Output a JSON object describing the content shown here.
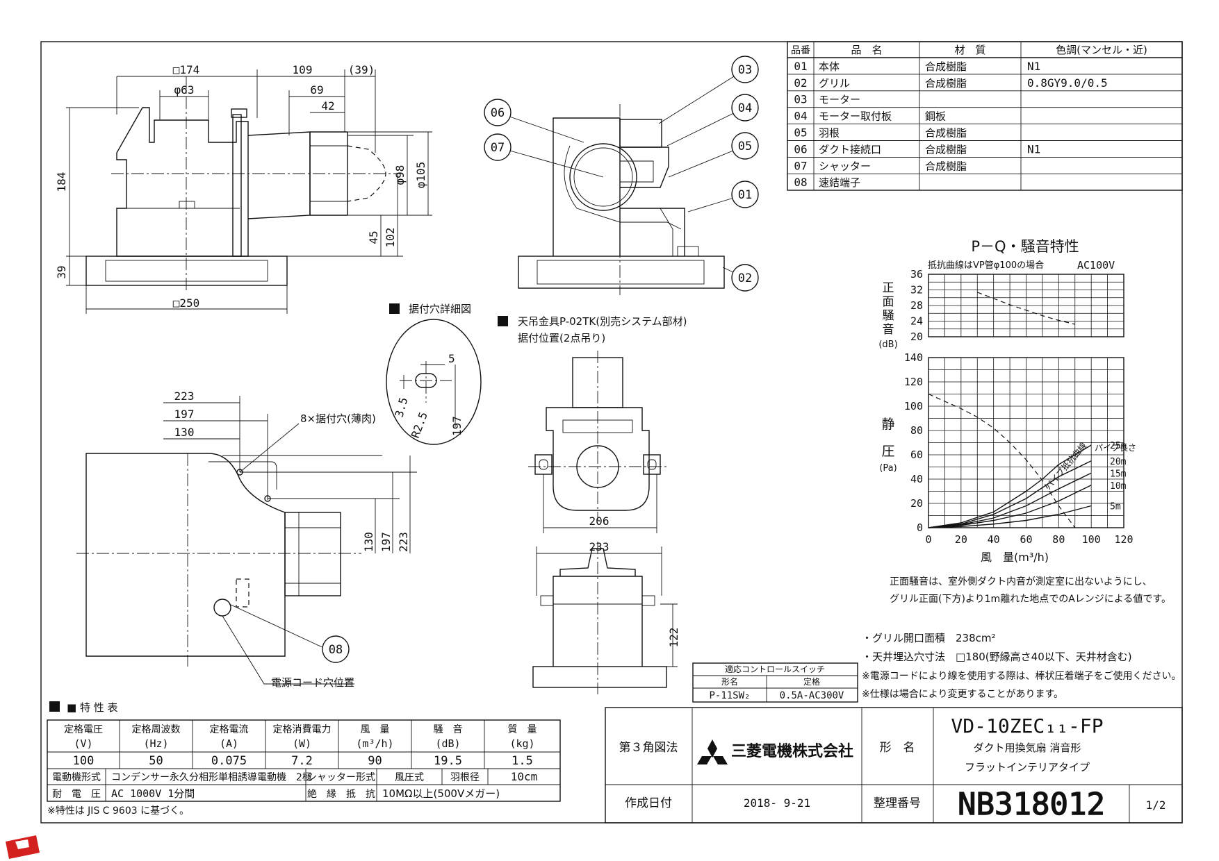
{
  "parts_table": {
    "headers": [
      "品番",
      "品　名",
      "材　質",
      "色調(マンセル・近)"
    ],
    "rows": [
      [
        "01",
        "本体",
        "合成樹脂",
        "N1"
      ],
      [
        "02",
        "グリル",
        "合成樹脂",
        "0.8GY9.0/0.5"
      ],
      [
        "03",
        "モーター",
        "",
        ""
      ],
      [
        "04",
        "モーター取付板",
        "鋼板",
        ""
      ],
      [
        "05",
        "羽根",
        "合成樹脂",
        ""
      ],
      [
        "06",
        "ダクト接続口",
        "合成樹脂",
        "N1"
      ],
      [
        "07",
        "シャッター",
        "合成樹脂",
        ""
      ],
      [
        "08",
        "速結端子",
        "",
        ""
      ]
    ]
  },
  "front_view": {
    "dims": {
      "sq174": "□174",
      "d63": "φ63",
      "w109": "109",
      "w39": "(39)",
      "w69": "69",
      "w42": "42",
      "h184": "184",
      "d98": "φ98",
      "d105": "φ105",
      "h45": "45",
      "h102": "102",
      "h39": "39",
      "sq250": "□250"
    }
  },
  "section_view": {
    "callouts": [
      "03",
      "04",
      "05",
      "01",
      "02",
      "06",
      "07"
    ]
  },
  "mount_hole_detail": {
    "title": "据付穴詳細図",
    "dims": {
      "w5": "5",
      "h35": "3.5",
      "r25": "R2.5",
      "h197": "197"
    }
  },
  "bottom_view": {
    "dims": {
      "w223": "223",
      "w197": "197",
      "w130": "130",
      "h130": "130",
      "h197": "197",
      "h223": "223"
    },
    "holes_label": "8×据付穴(薄肉)",
    "cord_label": "電源コード穴位置",
    "callout": "08"
  },
  "hanger": {
    "title": "天吊金具P-02TK(別売システム部材)",
    "subtitle": "据付位置(2点吊り)",
    "dims": {
      "w206": "206",
      "w233": "233",
      "h122": "122"
    }
  },
  "chart_data": [
    {
      "type": "line",
      "title": "P－Q・騒音特性",
      "subtitle": "抵抗曲線はVP管φ100の場合",
      "note": "AC100V",
      "ylabel": "正面騒音(dB)",
      "yticks": [
        36,
        32,
        28,
        24,
        20
      ],
      "ylim": [
        20,
        36
      ],
      "xlim": [
        0,
        120
      ],
      "series": [
        {
          "x": [
            30,
            40,
            50,
            60,
            70,
            80,
            90
          ],
          "y": [
            31.4,
            29.8,
            28.2,
            26.8,
            25.4,
            24.2,
            23.2
          ]
        }
      ]
    },
    {
      "type": "line",
      "xlabel": "風　量(m³/h)",
      "ylabel": "静圧(Pa)",
      "xticks": [
        0,
        20,
        40,
        60,
        80,
        100,
        120
      ],
      "yticks": [
        0,
        20,
        40,
        60,
        80,
        100,
        120,
        140
      ],
      "xlim": [
        0,
        120
      ],
      "ylim": [
        0,
        140
      ],
      "pipe_length_label": "パイプ長さ",
      "resistance_label": "パイプ抵抗曲線",
      "series": [
        {
          "x": [
            0,
            10,
            20,
            30,
            40,
            50,
            60,
            70,
            80,
            90
          ],
          "y": [
            110,
            104,
            98,
            91,
            82,
            70,
            56,
            39,
            18,
            0
          ]
        },
        {
          "name": "25m",
          "x": [
            0,
            20,
            40,
            60,
            70,
            80,
            100
          ],
          "y": [
            0,
            4,
            13,
            30,
            40,
            52,
            68
          ]
        },
        {
          "name": "20m",
          "x": [
            0,
            20,
            40,
            60,
            80,
            100
          ],
          "y": [
            0,
            3,
            11,
            24,
            42,
            55
          ]
        },
        {
          "name": "15m",
          "x": [
            0,
            20,
            40,
            60,
            80,
            100
          ],
          "y": [
            0,
            2.5,
            8,
            18,
            32,
            45
          ]
        },
        {
          "name": "10m",
          "x": [
            0,
            20,
            40,
            60,
            80,
            100
          ],
          "y": [
            0,
            2,
            6,
            12,
            22,
            35
          ]
        },
        {
          "name": "5m",
          "x": [
            0,
            20,
            40,
            60,
            80,
            100
          ],
          "y": [
            0,
            1,
            3,
            6,
            11,
            18
          ]
        }
      ]
    }
  ],
  "notes": {
    "noise_note_1": "正面騒音は、室外側ダクト内音が測定室に出ないようにし、",
    "noise_note_2": "グリル正面(下方)より1m離れた地点でのAレンジによる値です。",
    "grill_area": "・グリル開口面積　238cm²",
    "ceiling_hole": "・天井埋込穴寸法　□180(野縁高さ40以下、天井材含む)",
    "cord_note": "※電源コードにより線を使用する際は、棒状圧着端子をご使用ください。",
    "spec_note": "※仕様は場合により変更することがあります。"
  },
  "switch_table": {
    "title": "適応コントロールスイッチ",
    "headers": [
      "形名",
      "定格"
    ],
    "row": [
      "P-11SW₂",
      "0.5A-AC300V"
    ]
  },
  "spec_table": {
    "title": "■ 特 性 表",
    "headers": [
      "定格電圧",
      "定格周波数",
      "定格電流",
      "定格消費電力",
      "風　量",
      "騒　音",
      "質　量"
    ],
    "units": [
      "(V)",
      "(Hz)",
      "(A)",
      "(W)",
      "(m³/h)",
      "(dB)",
      "(kg)"
    ],
    "values": [
      "100",
      "50",
      "0.075",
      "7.2",
      "90",
      "19.5",
      "1.5"
    ],
    "motor_label": "電動機形式",
    "motor_value": "コンデンサー永久分相形単相誘導電動機　2極",
    "shutter_label": "シャッター形式",
    "shutter_value": "風圧式",
    "blade_label": "羽根径",
    "blade_value": "10cm",
    "withstand_label": "耐　電　圧",
    "withstand_value": "AC 1000V 1分間",
    "insulation_label": "絶　縁　抵　抗",
    "insulation_value": "10MΩ以上(500Vメガー)",
    "footnote": "※特性は JIS C 9603 に基づく。"
  },
  "title_block": {
    "projection": "第３角図法",
    "company": "三菱電機株式会社",
    "model_label": "形　名",
    "model": "VD-10ZEC₁₁-FP",
    "desc1": "ダクト用換気扇 消音形",
    "desc2": "フラットインテリアタイプ",
    "date_label": "作成日付",
    "date": "2018- 9-21",
    "number_label": "整理番号",
    "number": "NB318012",
    "sheet": "1/2"
  }
}
